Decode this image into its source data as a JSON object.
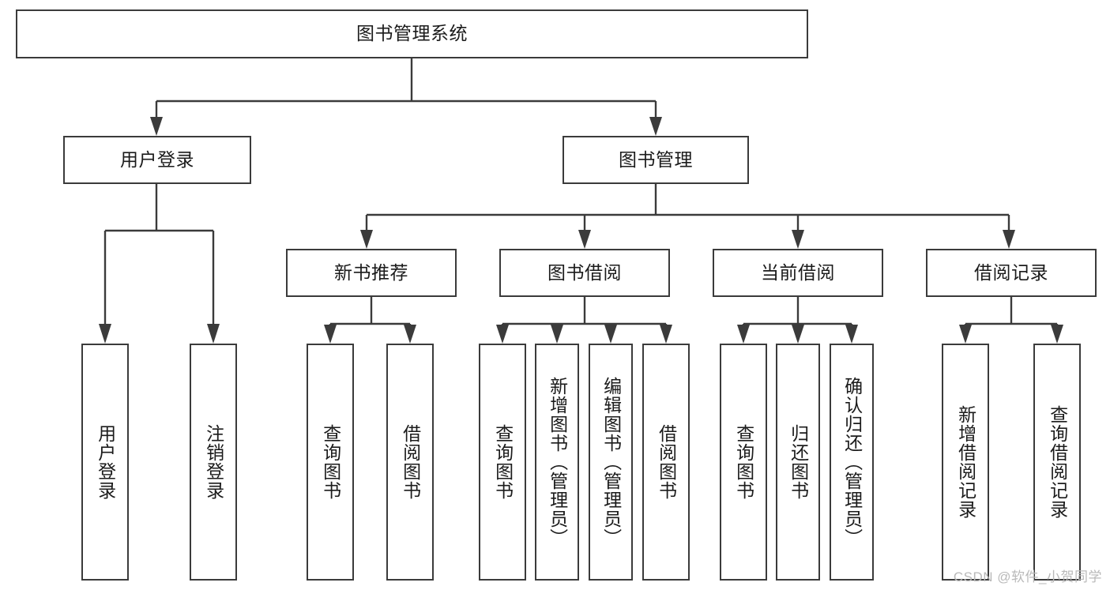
{
  "diagram": {
    "title": "图书管理系统",
    "root": {
      "label": "图书管理系统"
    },
    "level1": [
      {
        "label": "用户登录"
      },
      {
        "label": "图书管理"
      }
    ],
    "level2": [
      {
        "label": "新书推荐"
      },
      {
        "label": "图书借阅"
      },
      {
        "label": "当前借阅"
      },
      {
        "label": "借阅记录"
      }
    ],
    "leaves": {
      "user_login": [
        {
          "label": "用户登录"
        },
        {
          "label": "注销登录"
        }
      ],
      "new_book_recommend": [
        {
          "label": "查询图书"
        },
        {
          "label": "借阅图书"
        }
      ],
      "book_borrow": [
        {
          "label": "查询图书"
        },
        {
          "label": "新增图书（管理员）"
        },
        {
          "label": "编辑图书（管理员）"
        },
        {
          "label": "借阅图书"
        }
      ],
      "current_borrow": [
        {
          "label": "查询图书"
        },
        {
          "label": "归还图书"
        },
        {
          "label": "确认归还（管理员）"
        }
      ],
      "borrow_records": [
        {
          "label": "新增借阅记录"
        },
        {
          "label": "查询借阅记录"
        }
      ]
    }
  },
  "watermark": {
    "text": "CSDN @软件_小贺同学"
  },
  "colors": {
    "stroke": "#3b3b3b",
    "fill": "#ffffff",
    "text": "#1b1b1b",
    "watermark": "#b9b9b9"
  }
}
